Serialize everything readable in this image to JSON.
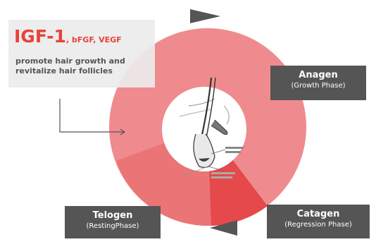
{
  "callout": {
    "heading_main": "IGF-1",
    "heading_rest": ", bFGF, VEGF",
    "description": "promote hair growth and revitalize hair follicles"
  },
  "phases": {
    "anagen": {
      "name": "Anagen",
      "detail": "(Growth Phase)"
    },
    "catagen": {
      "name": "Catagen",
      "detail": "(Regression Phase)"
    },
    "telogen": {
      "name": "Telogen",
      "detail": "(RestingPhase)"
    }
  },
  "colors": {
    "ring_main": "#ef8b8e",
    "ring_telogen": "#e96e70",
    "ring_catagen": "#e6494b",
    "arrow": "#555555",
    "accent_text": "#e8413a"
  },
  "icons": [
    "cycle-arrow-icon",
    "pointer-arrow-icon",
    "hair-follicle-icon"
  ]
}
